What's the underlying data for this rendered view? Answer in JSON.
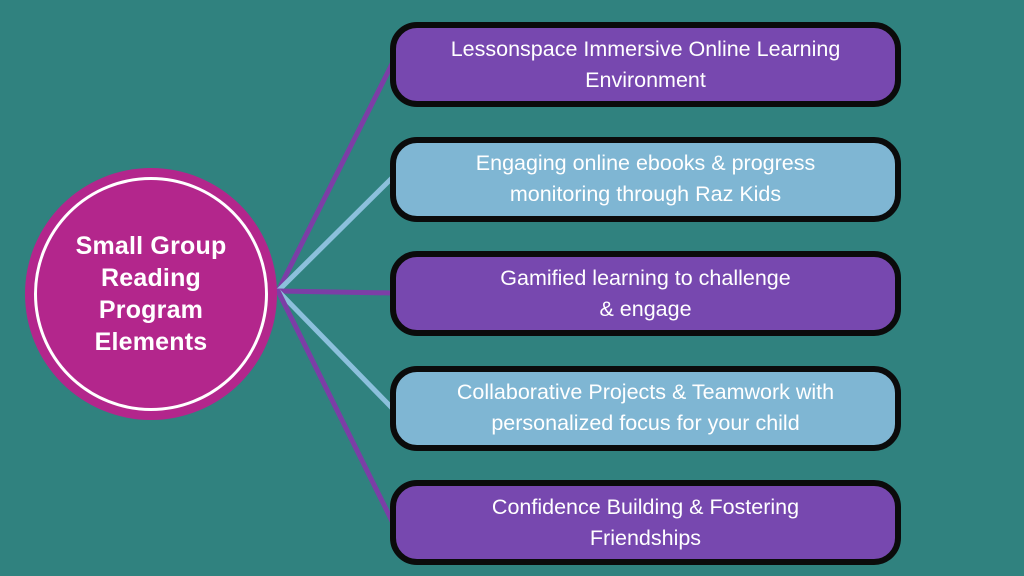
{
  "diagram": {
    "type": "mind-map",
    "circle": {
      "title": "Small Group Reading Program Elements",
      "lines": [
        "Small Group",
        "Reading",
        "Program",
        "Elements"
      ]
    },
    "boxes": [
      {
        "label": "Lessonspace Immersive Online Learning Environment",
        "lines": [
          "Lessonspace Immersive Online Learning",
          "Environment"
        ],
        "variant": "purple"
      },
      {
        "label": "Engaging online ebooks & progress monitoring through Raz Kids",
        "lines": [
          "Engaging online ebooks & progress",
          "monitoring through Raz Kids"
        ],
        "variant": "blue"
      },
      {
        "label": "Gamified learning to challenge & engage",
        "lines": [
          "Gamified learning to challenge",
          "& engage"
        ],
        "variant": "purple"
      },
      {
        "label": "Collaborative Projects & Teamwork with personalized focus for your child",
        "lines": [
          "Collaborative Projects & Teamwork with",
          "personalized focus for your child"
        ],
        "variant": "blue"
      },
      {
        "label": "Confidence Building & Fostering Friendships",
        "lines": [
          "Confidence Building & Fostering",
          "Friendships"
        ],
        "variant": "purple"
      }
    ],
    "connectors": [
      {
        "to": 0,
        "color_variant": "purple"
      },
      {
        "to": 1,
        "color_variant": "blue"
      },
      {
        "to": 2,
        "color_variant": "purple"
      },
      {
        "to": 3,
        "color_variant": "blue"
      },
      {
        "to": 4,
        "color_variant": "purple"
      }
    ]
  },
  "colors": {
    "background": "#30827F",
    "circle_fill": "#B3268C",
    "circle_ring": "#FFFFFF",
    "box_purple": "#7748AF",
    "box_blue": "#7FB6D3",
    "box_border": "#0B0B0B",
    "connector_purple": "#7C3EA6",
    "connector_blue": "#8CC0DC",
    "text": "#FFFFFF"
  }
}
